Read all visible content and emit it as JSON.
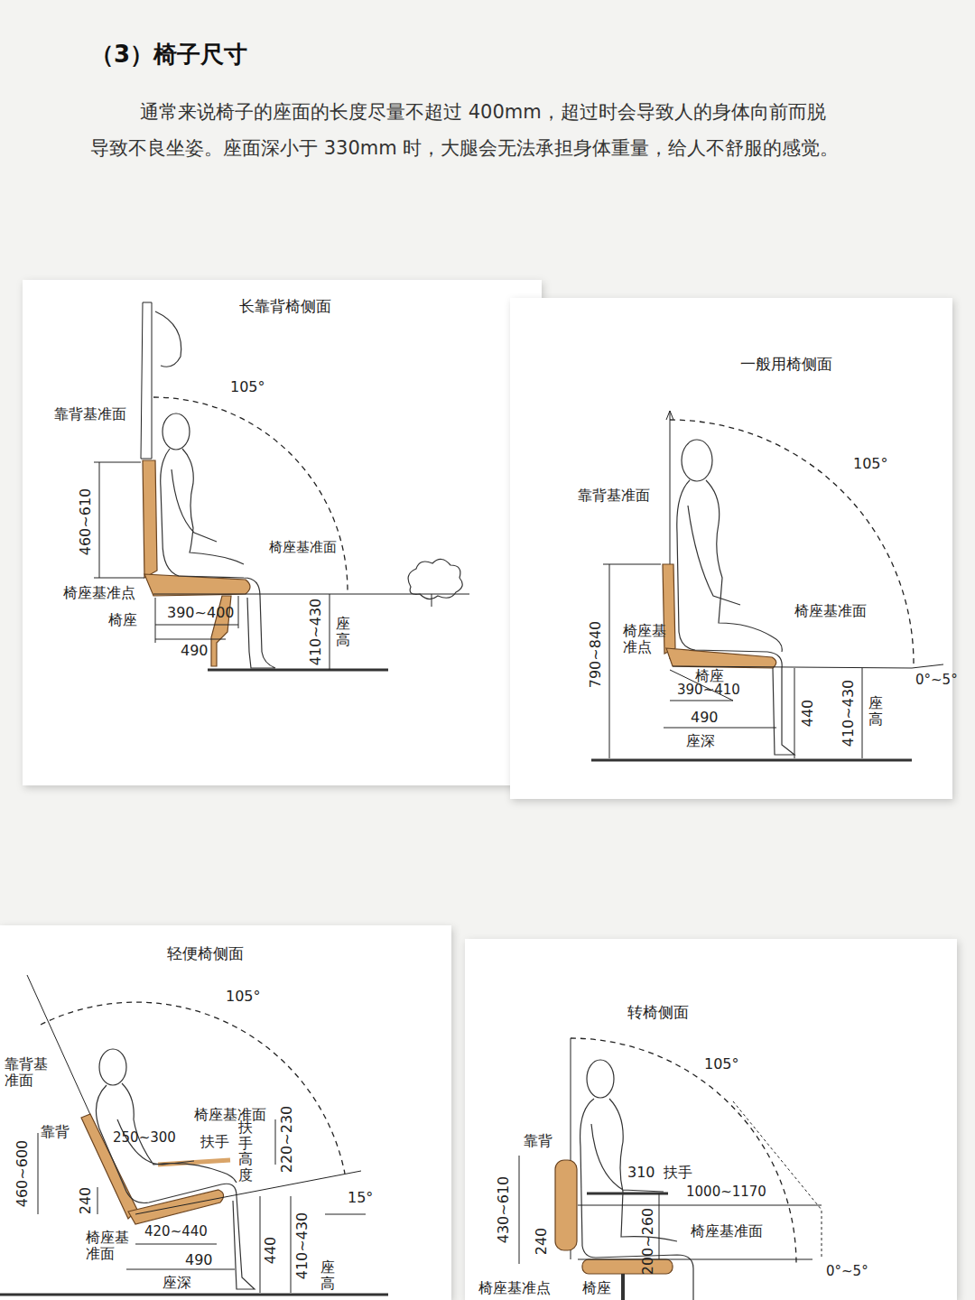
{
  "diagram": {
    "title": "（3）椅子尺寸",
    "nodes": [
      {
        "text": [
          "长靠背椅侧面"
        ]
      },
      {
        "text": [
          "一般用椅侧面"
        ]
      },
      {
        "text": [
          "轻便椅侧面"
        ]
      },
      {
        "text": [
          "转椅侧面"
        ]
      }
    ],
    "labels": [
      "通常来说椅子的座面的长度尽量不超过 400mm，超过时会导致人的身体向前而脱",
      "导致不良坐姿。座面深小于 330mm 时，大腿会无法承担身体重量，给人不舒服的感觉。",
      "靠背基准面",
      "105°",
      "460~610",
      "椅座基准面",
      "椅座基准点",
      "椅座",
      "390~400",
      "490",
      "410~430",
      "座高",
      "105°",
      "靠背基准面",
      "椅座基准面",
      "椅座基准点",
      "椅座",
      "390~410",
      "790~840",
      "490",
      "440",
      "座深",
      "410~430",
      "座高",
      "0°~5°",
      "105°",
      "靠背基准面",
      "靠背",
      "250~300",
      "椅座基准面",
      "扶手",
      "扶手高度",
      "220~230",
      "15°",
      "460~600",
      "240",
      "椅座基准面",
      "420~440",
      "440",
      "410~430",
      "490",
      "座高",
      "座深",
      "105°",
      "靠背",
      "310",
      "扶手",
      "1000~1170",
      "430~610",
      "240",
      "200~260",
      "椅座基准面",
      "0°~5°",
      "椅座基准点",
      "椅座"
    ]
  }
}
